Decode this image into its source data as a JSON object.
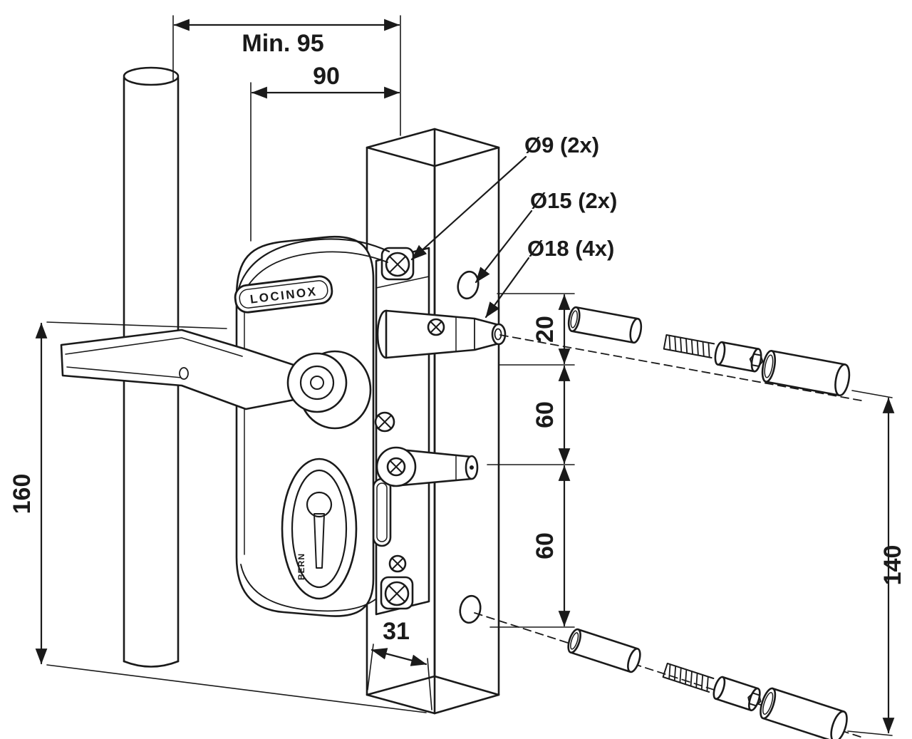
{
  "diagram": {
    "ink": "#1a1a1a",
    "brand": {
      "logo": "LOCINOX",
      "cylinder_label": "BERN"
    },
    "dimensions": {
      "min_post_distance": "Min. 95",
      "backset": "90",
      "hole_9": "Ø9 (2x)",
      "hole_15": "Ø15 (2x)",
      "hole_18": "Ø18 (4x)",
      "offset_20": "20",
      "spacing_60_upper": "60",
      "spacing_60_lower": "60",
      "lock_height": "160",
      "fixing_height": "140",
      "profile_width": "31"
    }
  }
}
